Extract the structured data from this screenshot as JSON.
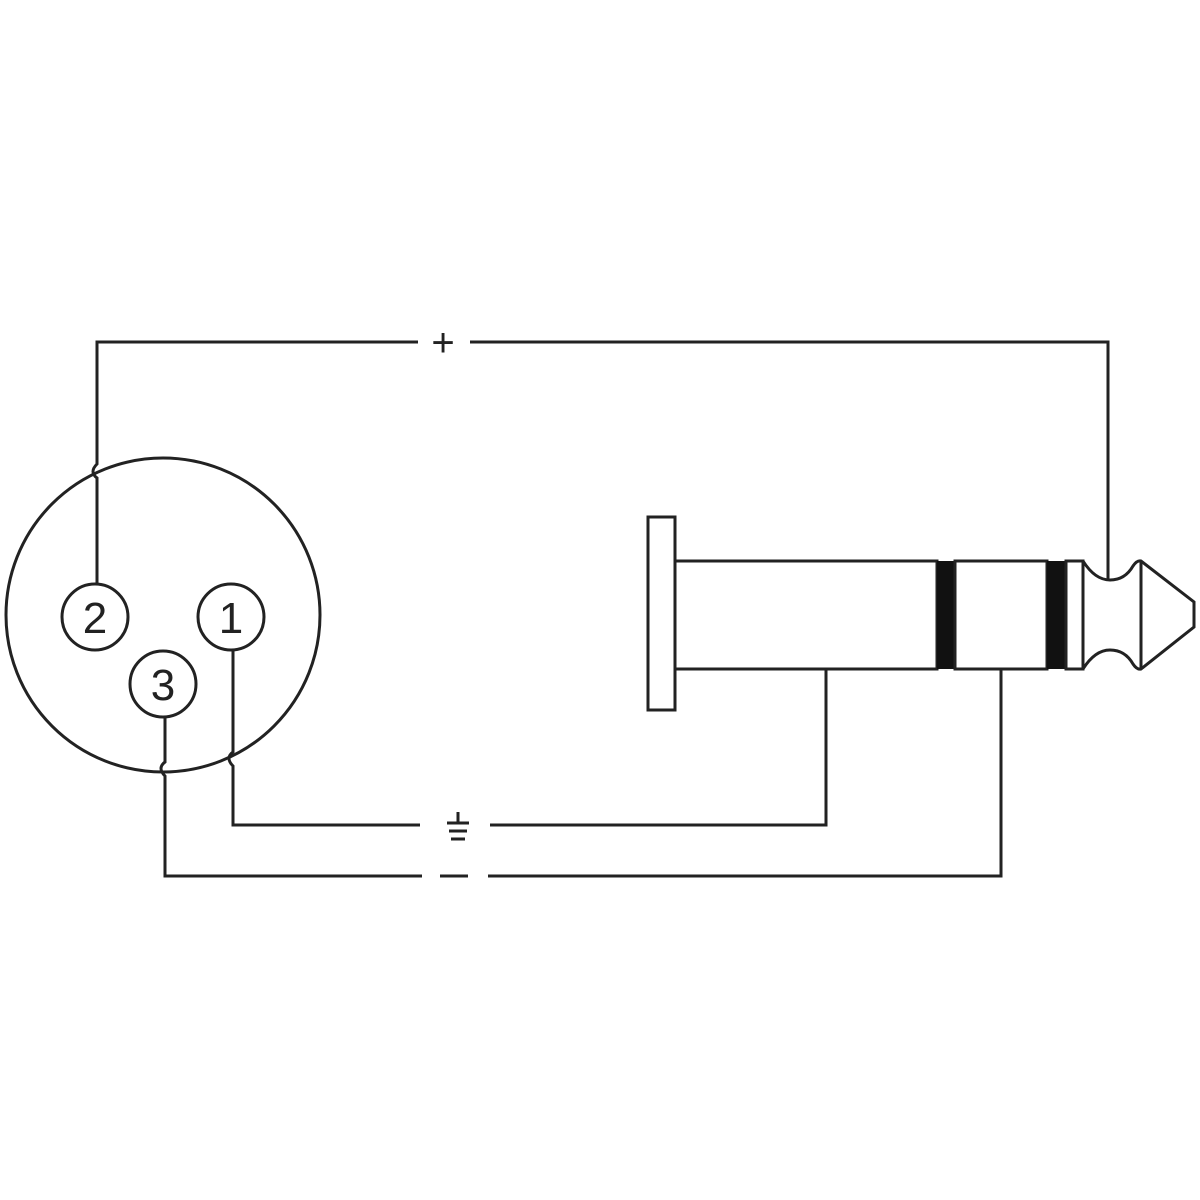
{
  "xlr_connector": {
    "pins": [
      {
        "label": "2",
        "signal": "+"
      },
      {
        "label": "1",
        "signal": "ground"
      },
      {
        "label": "3",
        "signal": "-"
      }
    ]
  },
  "wire_labels": {
    "hot": "+",
    "ground_icon": "ground-symbol",
    "cold": "dash"
  },
  "jack_plug": {
    "type": "TRS"
  },
  "colors": {
    "line": "#222222",
    "background": "#ffffff"
  }
}
